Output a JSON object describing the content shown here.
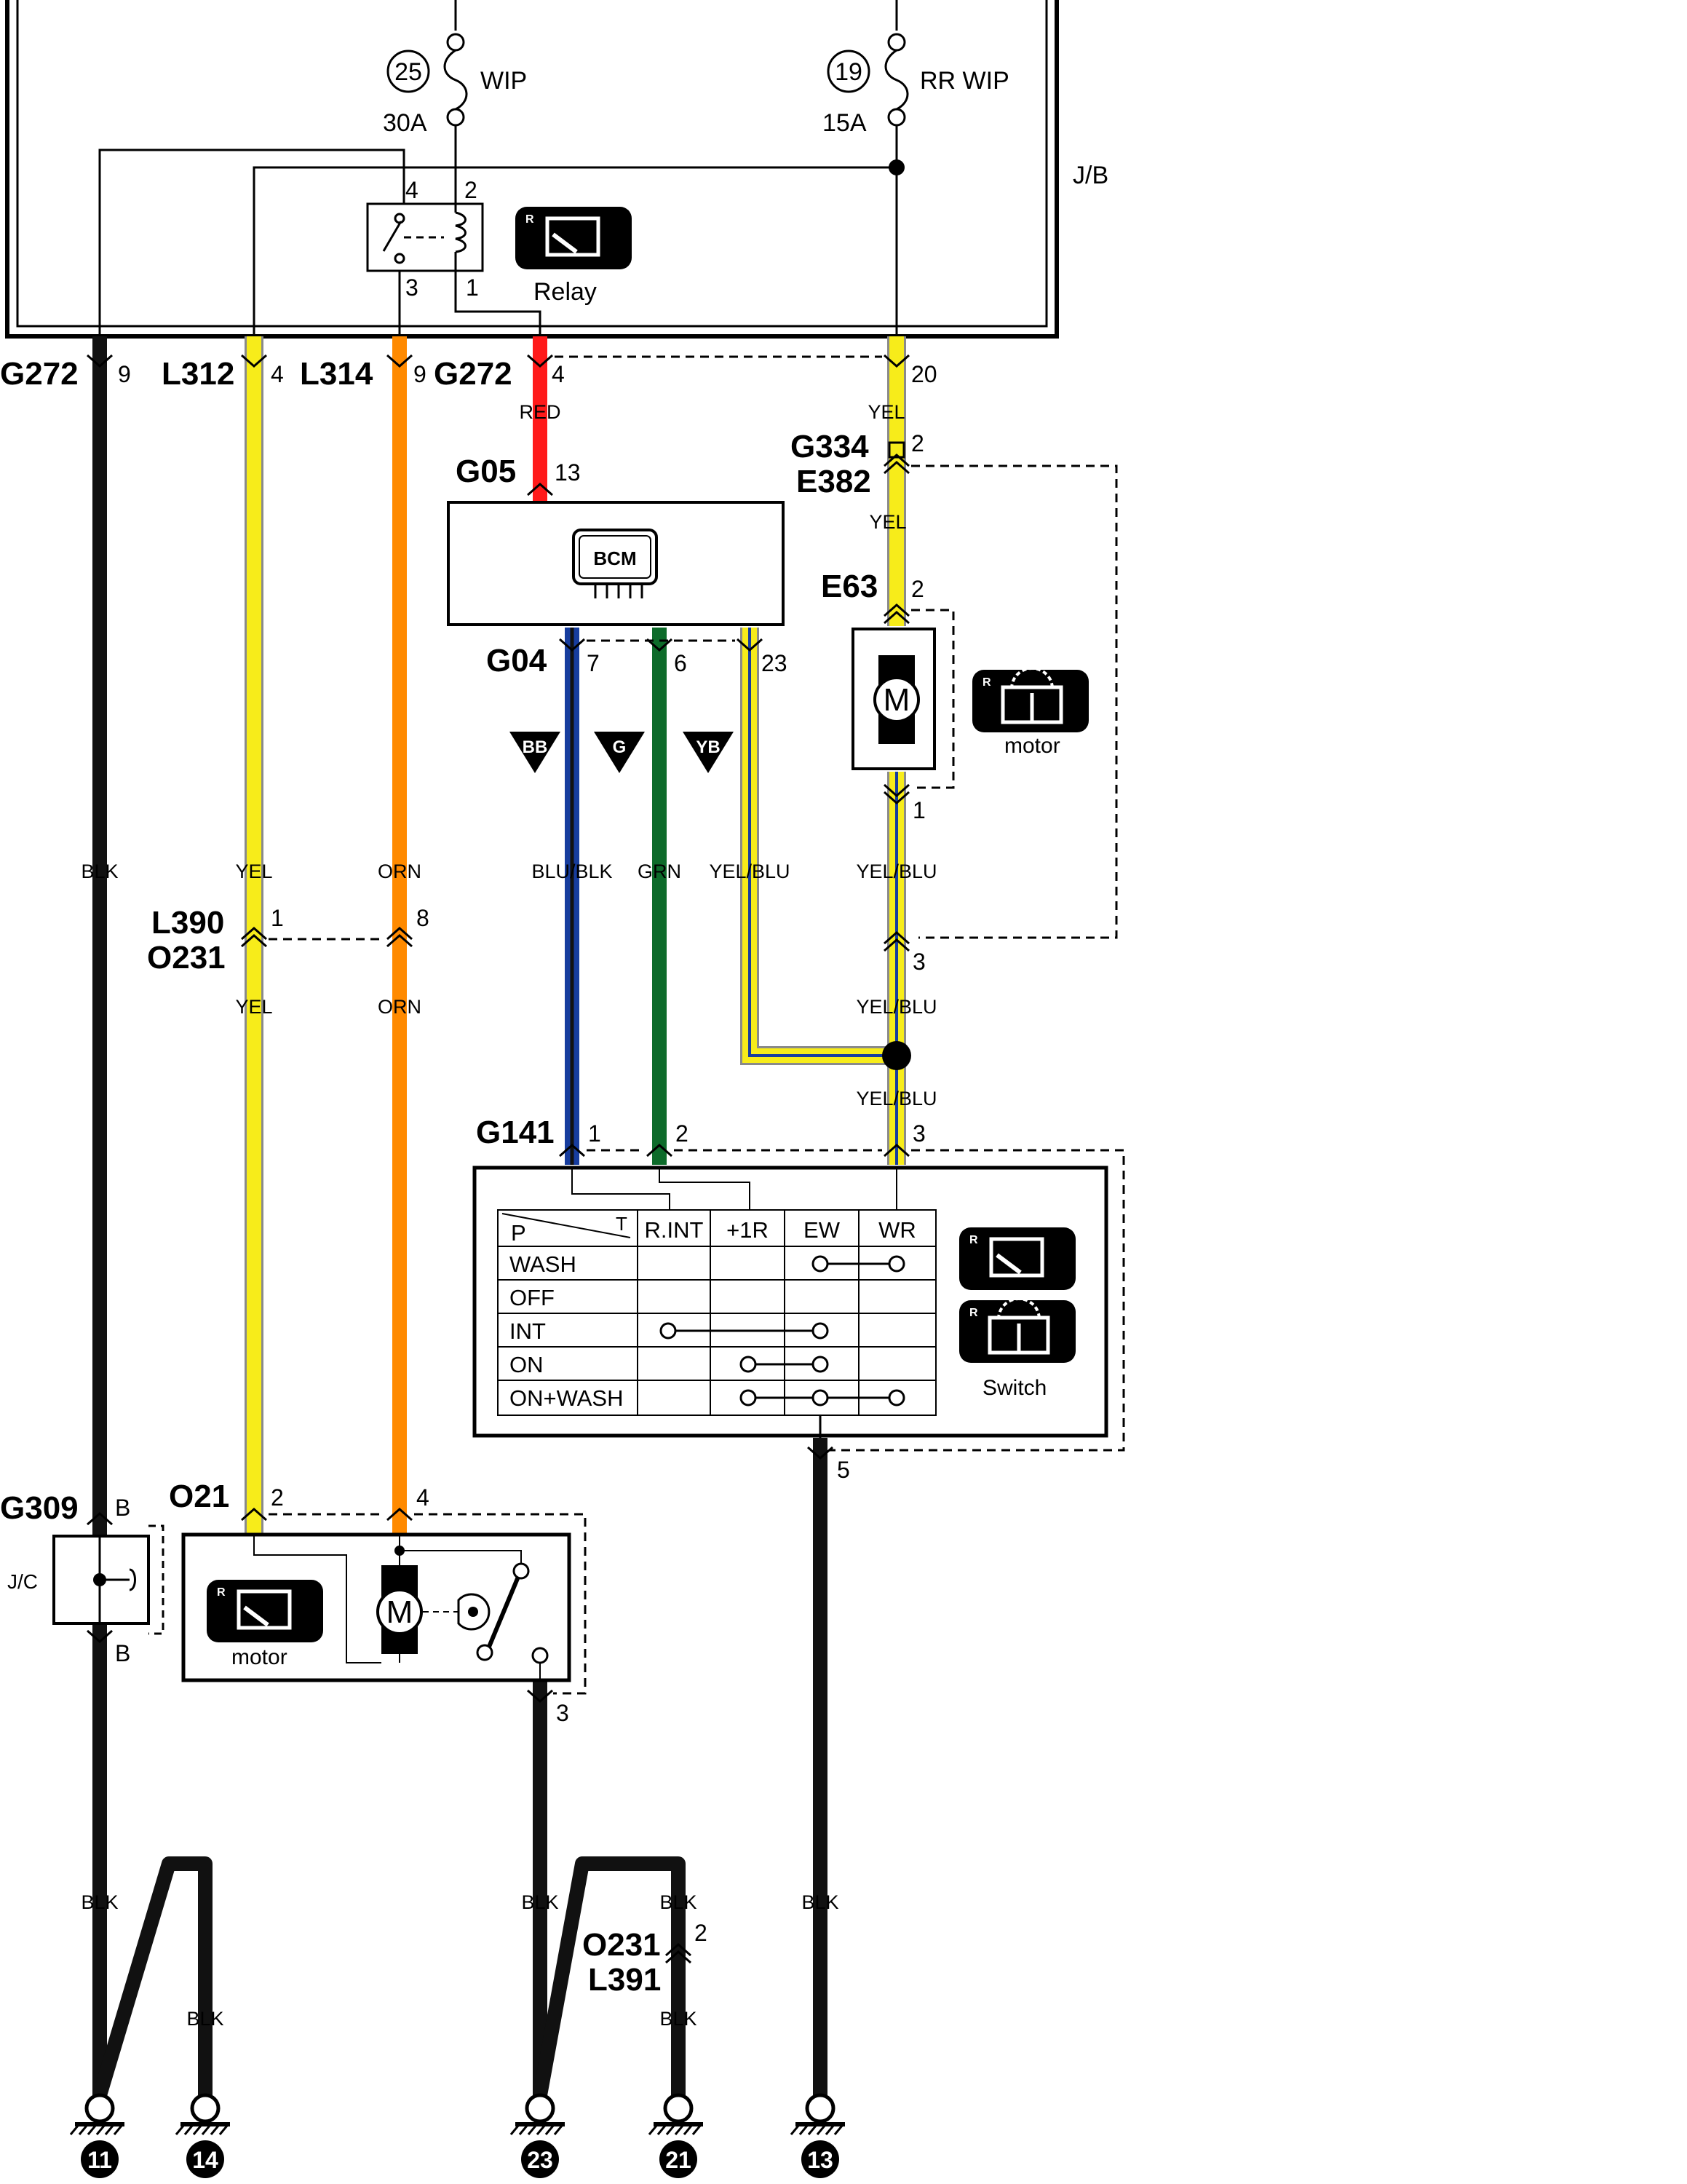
{
  "colors": {
    "BLK": "#111111",
    "YEL": "#f7ec1a",
    "ORN": "#ff8a00",
    "RED": "#ff1a1a",
    "GRN": "#0d6b2a",
    "BLU": "#173d9e",
    "wire_outline": "#8a8a8a"
  },
  "fuses": [
    {
      "num": "25",
      "name": "WIP",
      "rating": "30A"
    },
    {
      "num": "19",
      "name": "RR WIP",
      "rating": "15A"
    }
  ],
  "jb_label": "J/B",
  "relay": {
    "label": "Relay",
    "pins": [
      "4",
      "2",
      "3",
      "1"
    ],
    "icon": "front-wiper-icon"
  },
  "top_connectors": [
    {
      "name": "G272",
      "pin": "9"
    },
    {
      "name": "L312",
      "pin": "4"
    },
    {
      "name": "L314",
      "pin": "9"
    },
    {
      "name": "G272",
      "pin": "4"
    },
    {
      "name": "",
      "pin": "20"
    }
  ],
  "wire_colors": {
    "red": "RED",
    "yel": "YEL",
    "blk": "BLK",
    "orn": "ORN",
    "blu_blk": "BLU/BLK",
    "grn": "GRN",
    "yel_blu": "YEL/BLU"
  },
  "bcm": {
    "label": "BCM",
    "in_conn": "G05",
    "in_pin": "13",
    "out_conn": "G04",
    "out_pins": [
      "7",
      "6",
      "23"
    ]
  },
  "bus_tags": [
    "BB",
    "G",
    "YB"
  ],
  "rear_motor": {
    "conn_top": "G334",
    "conn_top2": "E382",
    "pin_top": "2",
    "conn": "E63",
    "pin_in": "2",
    "pin_out": "1",
    "pin_bottom": "3",
    "label": "motor",
    "symbol": "M"
  },
  "mid_connector": {
    "name1": "L390",
    "name2": "O231",
    "pin_left": "1",
    "pin_right": "8"
  },
  "switch": {
    "conn": "G141",
    "pins": [
      "1",
      "2",
      "3"
    ],
    "bottom_pin": "5",
    "label": "Switch",
    "table_corner_p": "P",
    "table_corner_t": "T",
    "columns": [
      "R.INT",
      "+1R",
      "EW",
      "WR"
    ],
    "rows": [
      "WASH",
      "OFF",
      "INT",
      "ON",
      "ON+WASH"
    ]
  },
  "front_motor": {
    "conn": "O21",
    "pin_left": "2",
    "pin_right": "4",
    "pin_bottom": "3",
    "label": "motor",
    "symbol": "M"
  },
  "jc": {
    "conn": "G309",
    "label": "J/C",
    "pin_top": "B",
    "pin_bottom": "B"
  },
  "ground_connector": {
    "name1": "O231",
    "name2": "L391",
    "pin": "2"
  },
  "grounds": [
    "11",
    "14",
    "23",
    "21",
    "13"
  ]
}
